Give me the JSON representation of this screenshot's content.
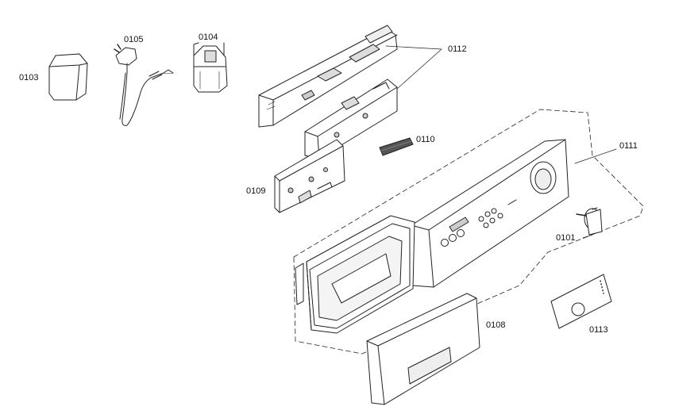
{
  "labels": {
    "p0103": "0103",
    "p0105": "0105",
    "p0104": "0104",
    "p0112": "0112",
    "p0110": "0110",
    "p0111": "0111",
    "p0109": "0109",
    "p0101": "0101",
    "p0108": "0108",
    "p0113": "0113"
  },
  "colors": {
    "line": "#222222",
    "fill": "#ffffff",
    "shade": "#e6e6e6",
    "dark": "#333333"
  }
}
